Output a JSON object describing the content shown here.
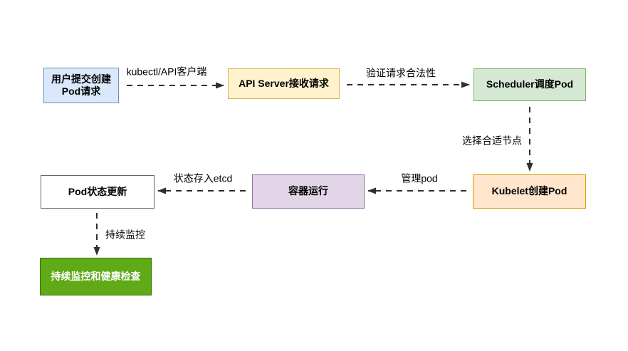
{
  "diagram": {
    "background_color": "#ffffff",
    "edge_color": "#2f2f2f",
    "nodes": [
      {
        "id": "user-request",
        "label": "用户提交创建\nPod请求",
        "fill": "#dae8fc",
        "stroke": "#6c8ebf",
        "text_color": "#000000"
      },
      {
        "id": "api-server",
        "label": "API Server接收请求",
        "fill": "#fff2cc",
        "stroke": "#d6b656",
        "text_color": "#000000"
      },
      {
        "id": "scheduler",
        "label": "Scheduler调度Pod",
        "fill": "#d5e8d4",
        "stroke": "#82b366",
        "text_color": "#000000"
      },
      {
        "id": "kubelet",
        "label": "Kubelet创建Pod",
        "fill": "#ffe6cc",
        "stroke": "#d79b00",
        "text_color": "#000000"
      },
      {
        "id": "container-running",
        "label": "容器运行",
        "fill": "#e1d5e7",
        "stroke": "#9673a6",
        "text_color": "#000000"
      },
      {
        "id": "pod-status-update",
        "label": "Pod状态更新",
        "fill": "#ffffff",
        "stroke": "#666666",
        "text_color": "#000000"
      },
      {
        "id": "monitor-health",
        "label": "持续监控和健康检查",
        "fill": "#60a917",
        "stroke": "#2d7600",
        "text_color": "#ffffff"
      }
    ],
    "edge_labels": [
      {
        "id": "user-to-apiserver",
        "label": "kubectl/API客户端"
      },
      {
        "id": "apiserver-to-scheduler",
        "label": "验证请求合法性"
      },
      {
        "id": "scheduler-to-kubelet",
        "label": "选择合适节点"
      },
      {
        "id": "kubelet-to-container",
        "label": "管理pod"
      },
      {
        "id": "container-to-podstatus",
        "label": "状态存入etcd"
      },
      {
        "id": "podstatus-to-monitor",
        "label": "持续监控"
      }
    ]
  }
}
